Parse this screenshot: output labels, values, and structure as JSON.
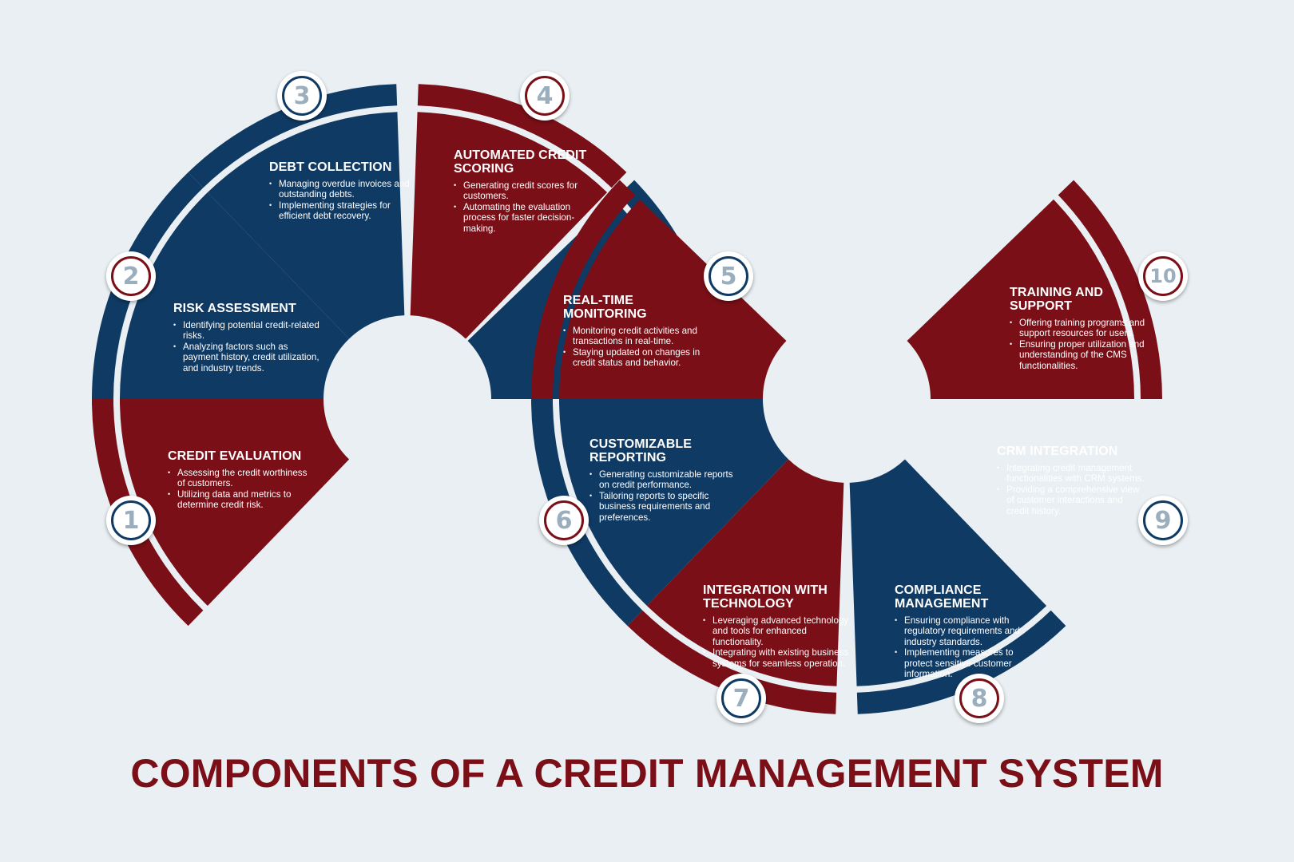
{
  "title": "COMPONENTS OF A CREDIT MANAGEMENT SYSTEM",
  "colors": {
    "red": "#7a0f17",
    "blue": "#0f3a64",
    "background": "#e9eff3",
    "badge_number": "#9aaebe"
  },
  "components": [
    {
      "number": "1",
      "color": "blue",
      "title": "CREDIT EVALUATION",
      "bullets": [
        "Assessing the credit worthiness of customers.",
        "Utilizing data and metrics to determine credit risk."
      ]
    },
    {
      "number": "2",
      "color": "red",
      "title": "RISK ASSESSMENT",
      "bullets": [
        "Identifying potential credit-related risks.",
        "Analyzing factors such as payment history, credit utilization, and industry trends."
      ]
    },
    {
      "number": "3",
      "color": "blue",
      "title": "DEBT COLLECTION",
      "bullets": [
        "Managing overdue invoices and outstanding debts.",
        "Implementing strategies for efficient debt recovery."
      ]
    },
    {
      "number": "4",
      "color": "red",
      "title": "AUTOMATED CREDIT SCORING",
      "bullets": [
        "Generating credit scores for customers.",
        "Automating the evaluation process for faster decision-making."
      ]
    },
    {
      "number": "5",
      "color": "blue",
      "title": "REAL-TIME MONITORING",
      "bullets": [
        "Monitoring credit activities and transactions in real-time.",
        "Staying updated on changes in credit status and behavior."
      ]
    },
    {
      "number": "6",
      "color": "red",
      "title": "CUSTOMIZABLE REPORTING",
      "bullets": [
        "Generating customizable reports on credit performance.",
        "Tailoring reports to specific business requirements and preferences."
      ]
    },
    {
      "number": "7",
      "color": "blue",
      "title": "INTEGRATION WITH TECHNOLOGY",
      "bullets": [
        "Leveraging advanced technology and tools for enhanced functionality.",
        "Integrating with existing business systems for seamless operation."
      ]
    },
    {
      "number": "8",
      "color": "red",
      "title": "COMPLIANCE MANAGEMENT",
      "bullets": [
        "Ensuring compliance with regulatory requirements and industry standards.",
        "Implementing measures to protect sensitive customer information."
      ]
    },
    {
      "number": "9",
      "color": "blue",
      "title": "CRM INTEGRATION",
      "bullets": [
        "Integrating credit management functionalities with CRM systems.",
        "Providing a comprehensive view of customer interactions and credit history."
      ]
    },
    {
      "number": "10",
      "color": "red",
      "title": "TRAINING AND SUPPORT",
      "bullets": [
        "Offering training programs and support resources for users.",
        "Ensuring proper utilization and understanding of the CMS functionalities."
      ]
    }
  ]
}
